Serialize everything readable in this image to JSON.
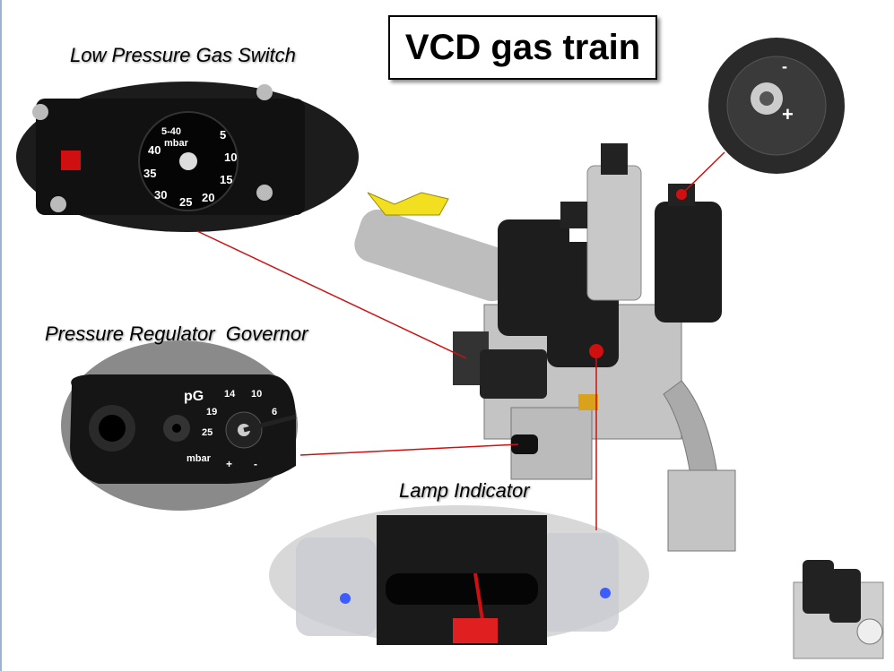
{
  "title": "VCD gas train",
  "labels": {
    "low_pressure_switch": "Low Pressure Gas Switch",
    "pressure_regulator": "Pressure Regulator  Governor",
    "lamp_indicator": "Lamp Indicator"
  },
  "regulator_scale": {
    "symbol": "pG",
    "values": [
      "14",
      "10",
      "19",
      "6",
      "25"
    ],
    "unit": "mbar",
    "plus": "+",
    "minus": "-"
  },
  "switch_dial": {
    "range": "5-40 mbar",
    "values": [
      "5",
      "10",
      "15",
      "20",
      "25",
      "30",
      "35",
      "40"
    ]
  },
  "colors": {
    "leader_line": "#d01010",
    "device_body": "#1a1a1a",
    "valve_handle": "#f2e020",
    "metal": "#b8b8b8"
  }
}
